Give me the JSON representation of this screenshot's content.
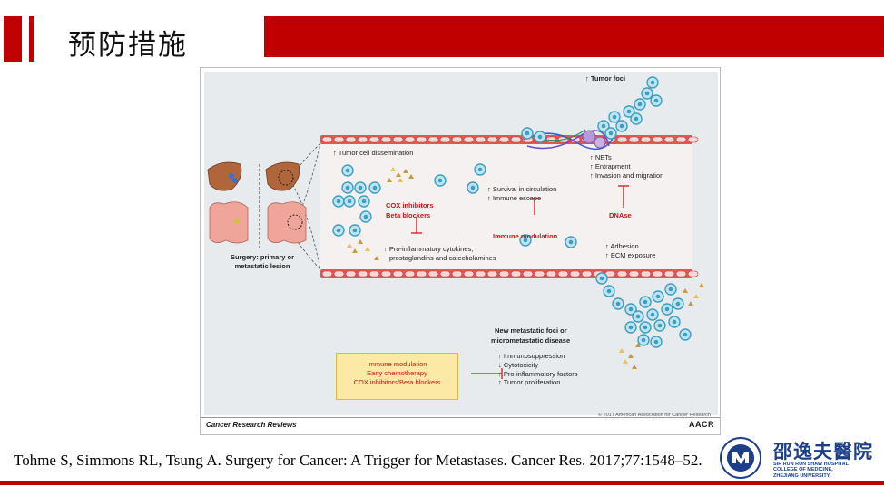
{
  "slide": {
    "title": "预防措施",
    "citation": "Tohme S, Simmons RL, Tsung A. Surgery for Cancer: A Trigger for Metastases. Cancer Res. 2017;77:1548–52."
  },
  "figure": {
    "labels": {
      "tumor_foci": "↑ Tumor foci",
      "dissemination": "↑ Tumor cell dissemination",
      "nets": "↑ NETs",
      "entrapment": "↑ Entrapment",
      "invasion": "↑ Invasion and migration",
      "survival": "↑ Survival in circulation",
      "immune_escape": "↑ Immune escape",
      "cox": "COX inhibitors",
      "beta": "Beta blockers",
      "dnase": "DNAse",
      "immune_modulation": "Immune modulation",
      "proinflam_1": "↑ Pro-inflammatory cytokines,",
      "proinflam_2": "prostaglandins and catecholamines",
      "adhesion": "↑ Adhesion",
      "ecm": "↑ ECM exposure",
      "surgery_1": "Surgery: primary or",
      "surgery_2": "metastatic lesion",
      "new_foci_1": "New metastatic foci or",
      "new_foci_2": "micrometastatic disease",
      "copyright": "© 2017 American Association for Cancer Research"
    },
    "effects": [
      "↑ Immunosuppression",
      "↓ Cytotoxicity",
      "↑ Pro-inflammatory factors",
      "↑ Tumor proliferation"
    ],
    "treatment_box": [
      "Immune modulation",
      "Early chemotherapy",
      "COX inhibitors/Beta blockers"
    ],
    "footer": {
      "journal": "Cancer Research Reviews",
      "publisher": "AACR"
    },
    "colors": {
      "vessel": "#e35656",
      "cell": "#3b9fbf",
      "platelet": "#c99a3b",
      "inhibitor": "#d01414"
    }
  },
  "logo": {
    "name_cn": "邵逸夫醫院",
    "name_en_1": "SIR RUN RUN SHAW HOSPITAL",
    "name_en_2": "COLLEGE OF MEDICINE,",
    "name_en_3": "ZHEJIANG UNIVERSITY"
  },
  "colors": {
    "accent": "#c00000",
    "logo": "#1d3f8a"
  }
}
